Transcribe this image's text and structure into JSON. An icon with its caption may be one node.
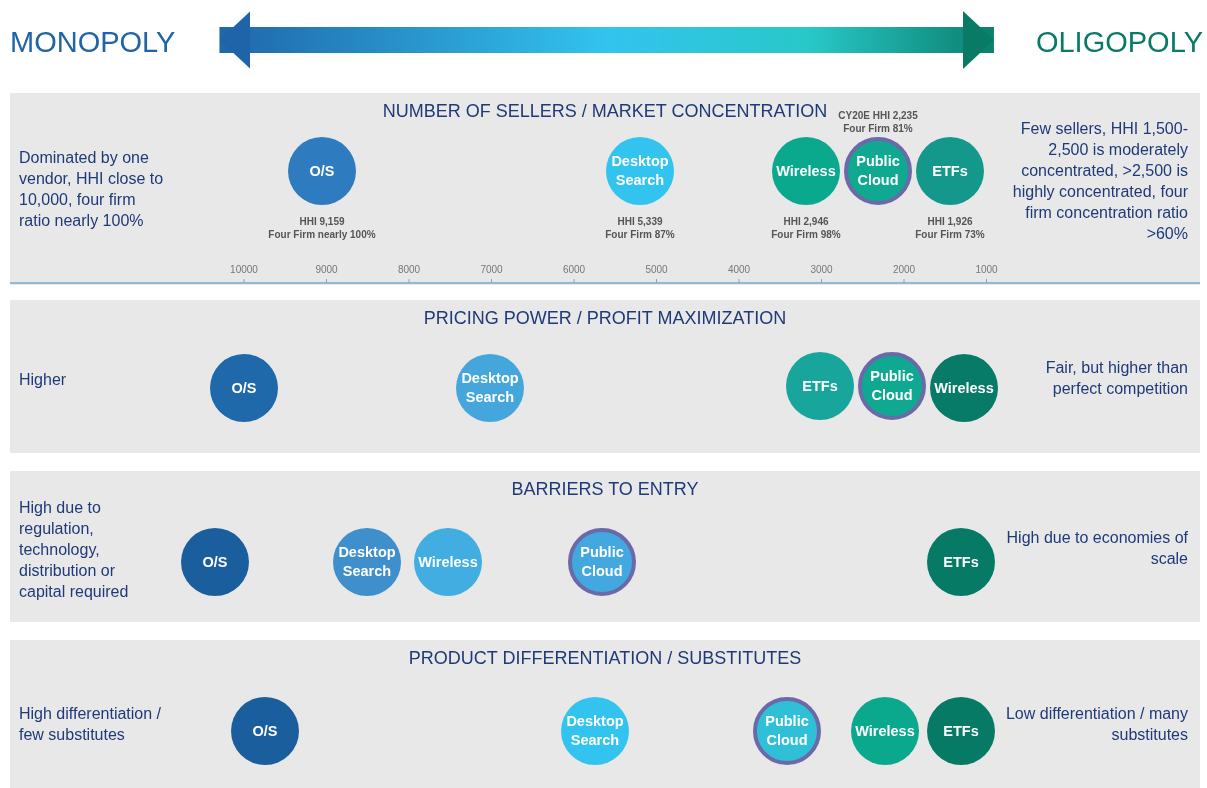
{
  "diagram": {
    "nodes": [
      {
        "text": [
          "MONOPOLY"
        ]
      },
      {
        "text": [
          "OLIGOPOLY"
        ]
      },
      {
        "text": [
          "NUMBER OF SELLERS / MARKET CONCENTRATION"
        ]
      },
      {
        "text": [
          "O/S"
        ],
        "in": 2,
        "beside": [
          "HHI 9,159",
          "Four Firm nearly 100%"
        ]
      },
      {
        "text": [
          "Desktop Search"
        ],
        "in": 2,
        "beside": [
          "HHI 5,339",
          "Four Firm 87%"
        ]
      },
      {
        "text": [
          "Wireless"
        ],
        "in": 2,
        "beside": [
          "HHI 2,946",
          "Four Firm 98%"
        ]
      },
      {
        "text": [
          "Public Cloud"
        ],
        "in": 2,
        "beside": [
          "CY20E HHI 2,235",
          "Four Firm 81%"
        ]
      },
      {
        "text": [
          "ETFs"
        ],
        "in": 2,
        "beside": [
          "HHI 1,926",
          "Four Firm 73%"
        ]
      },
      {
        "text": [
          "PRICING POWER / PROFIT MAXIMIZATION"
        ]
      },
      {
        "text": [
          "O/S"
        ],
        "in": 8
      },
      {
        "text": [
          "Desktop Search"
        ],
        "in": 8
      },
      {
        "text": [
          "ETFs"
        ],
        "in": 8
      },
      {
        "text": [
          "Public Cloud"
        ],
        "in": 8
      },
      {
        "text": [
          "Wireless"
        ],
        "in": 8
      },
      {
        "text": [
          "BARRIERS TO ENTRY"
        ]
      },
      {
        "text": [
          "O/S"
        ],
        "in": 14
      },
      {
        "text": [
          "Desktop Search"
        ],
        "in": 14
      },
      {
        "text": [
          "Wireless"
        ],
        "in": 14
      },
      {
        "text": [
          "Public Cloud"
        ],
        "in": 14
      },
      {
        "text": [
          "ETFs"
        ],
        "in": 14
      },
      {
        "text": [
          "PRODUCT DIFFERENTIATION / SUBSTITUTES"
        ]
      },
      {
        "text": [
          "O/S"
        ],
        "in": 20
      },
      {
        "text": [
          "Desktop Search"
        ],
        "in": 20
      },
      {
        "text": [
          "Public Cloud"
        ],
        "in": 20
      },
      {
        "text": [
          "Wireless"
        ],
        "in": 20
      },
      {
        "text": [
          "ETFs"
        ],
        "in": 20
      }
    ],
    "edges": [
      {
        "from": 0,
        "to": 1,
        "arrow": "both",
        "style": "thick"
      }
    ],
    "labels": [
      "Dominated by one vendor, HHI close to 10,000, four firm ratio nearly 100%",
      "Few sellers, HHI 1,500-2,500 is moderately concentrated, >2,500 is highly concentrated, four firm concentration ratio >60%",
      "10000",
      "9000",
      "8000",
      "7000",
      "6000",
      "5000",
      "4000",
      "3000",
      "2000",
      "1000",
      "Higher",
      "Fair, but higher than perfect competition",
      "High due to regulation, technology, distribution or capital required",
      "High due to economies of scale",
      "High differentiation / few substitutes",
      "Low differentiation / many substitutes"
    ]
  }
}
